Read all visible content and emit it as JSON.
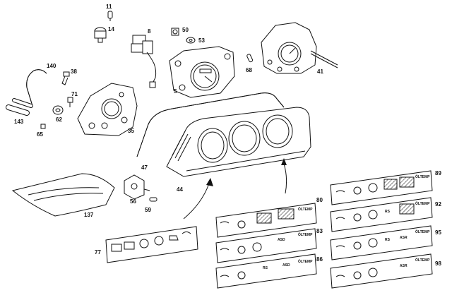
{
  "callouts": {
    "c11": "11",
    "c14": "14",
    "c8": "8",
    "c50": "50",
    "c53": "53",
    "c140": "140",
    "c38": "38",
    "c71": "71",
    "c143": "143",
    "c62": "62",
    "c65": "65",
    "c35": "35",
    "c5": "5",
    "c68": "68",
    "c41": "41",
    "c47": "47",
    "c44": "44",
    "c137": "137",
    "c56": "56",
    "c59": "59",
    "c77": "77",
    "c80": "80",
    "c83": "83",
    "c86": "86",
    "c89": "89",
    "c92": "92",
    "c95": "95",
    "c98": "98"
  },
  "strip_labels": {
    "oil_temp": "ÖLTEMP",
    "asd": "ASD",
    "rs": "RS",
    "asr": "ASR"
  }
}
